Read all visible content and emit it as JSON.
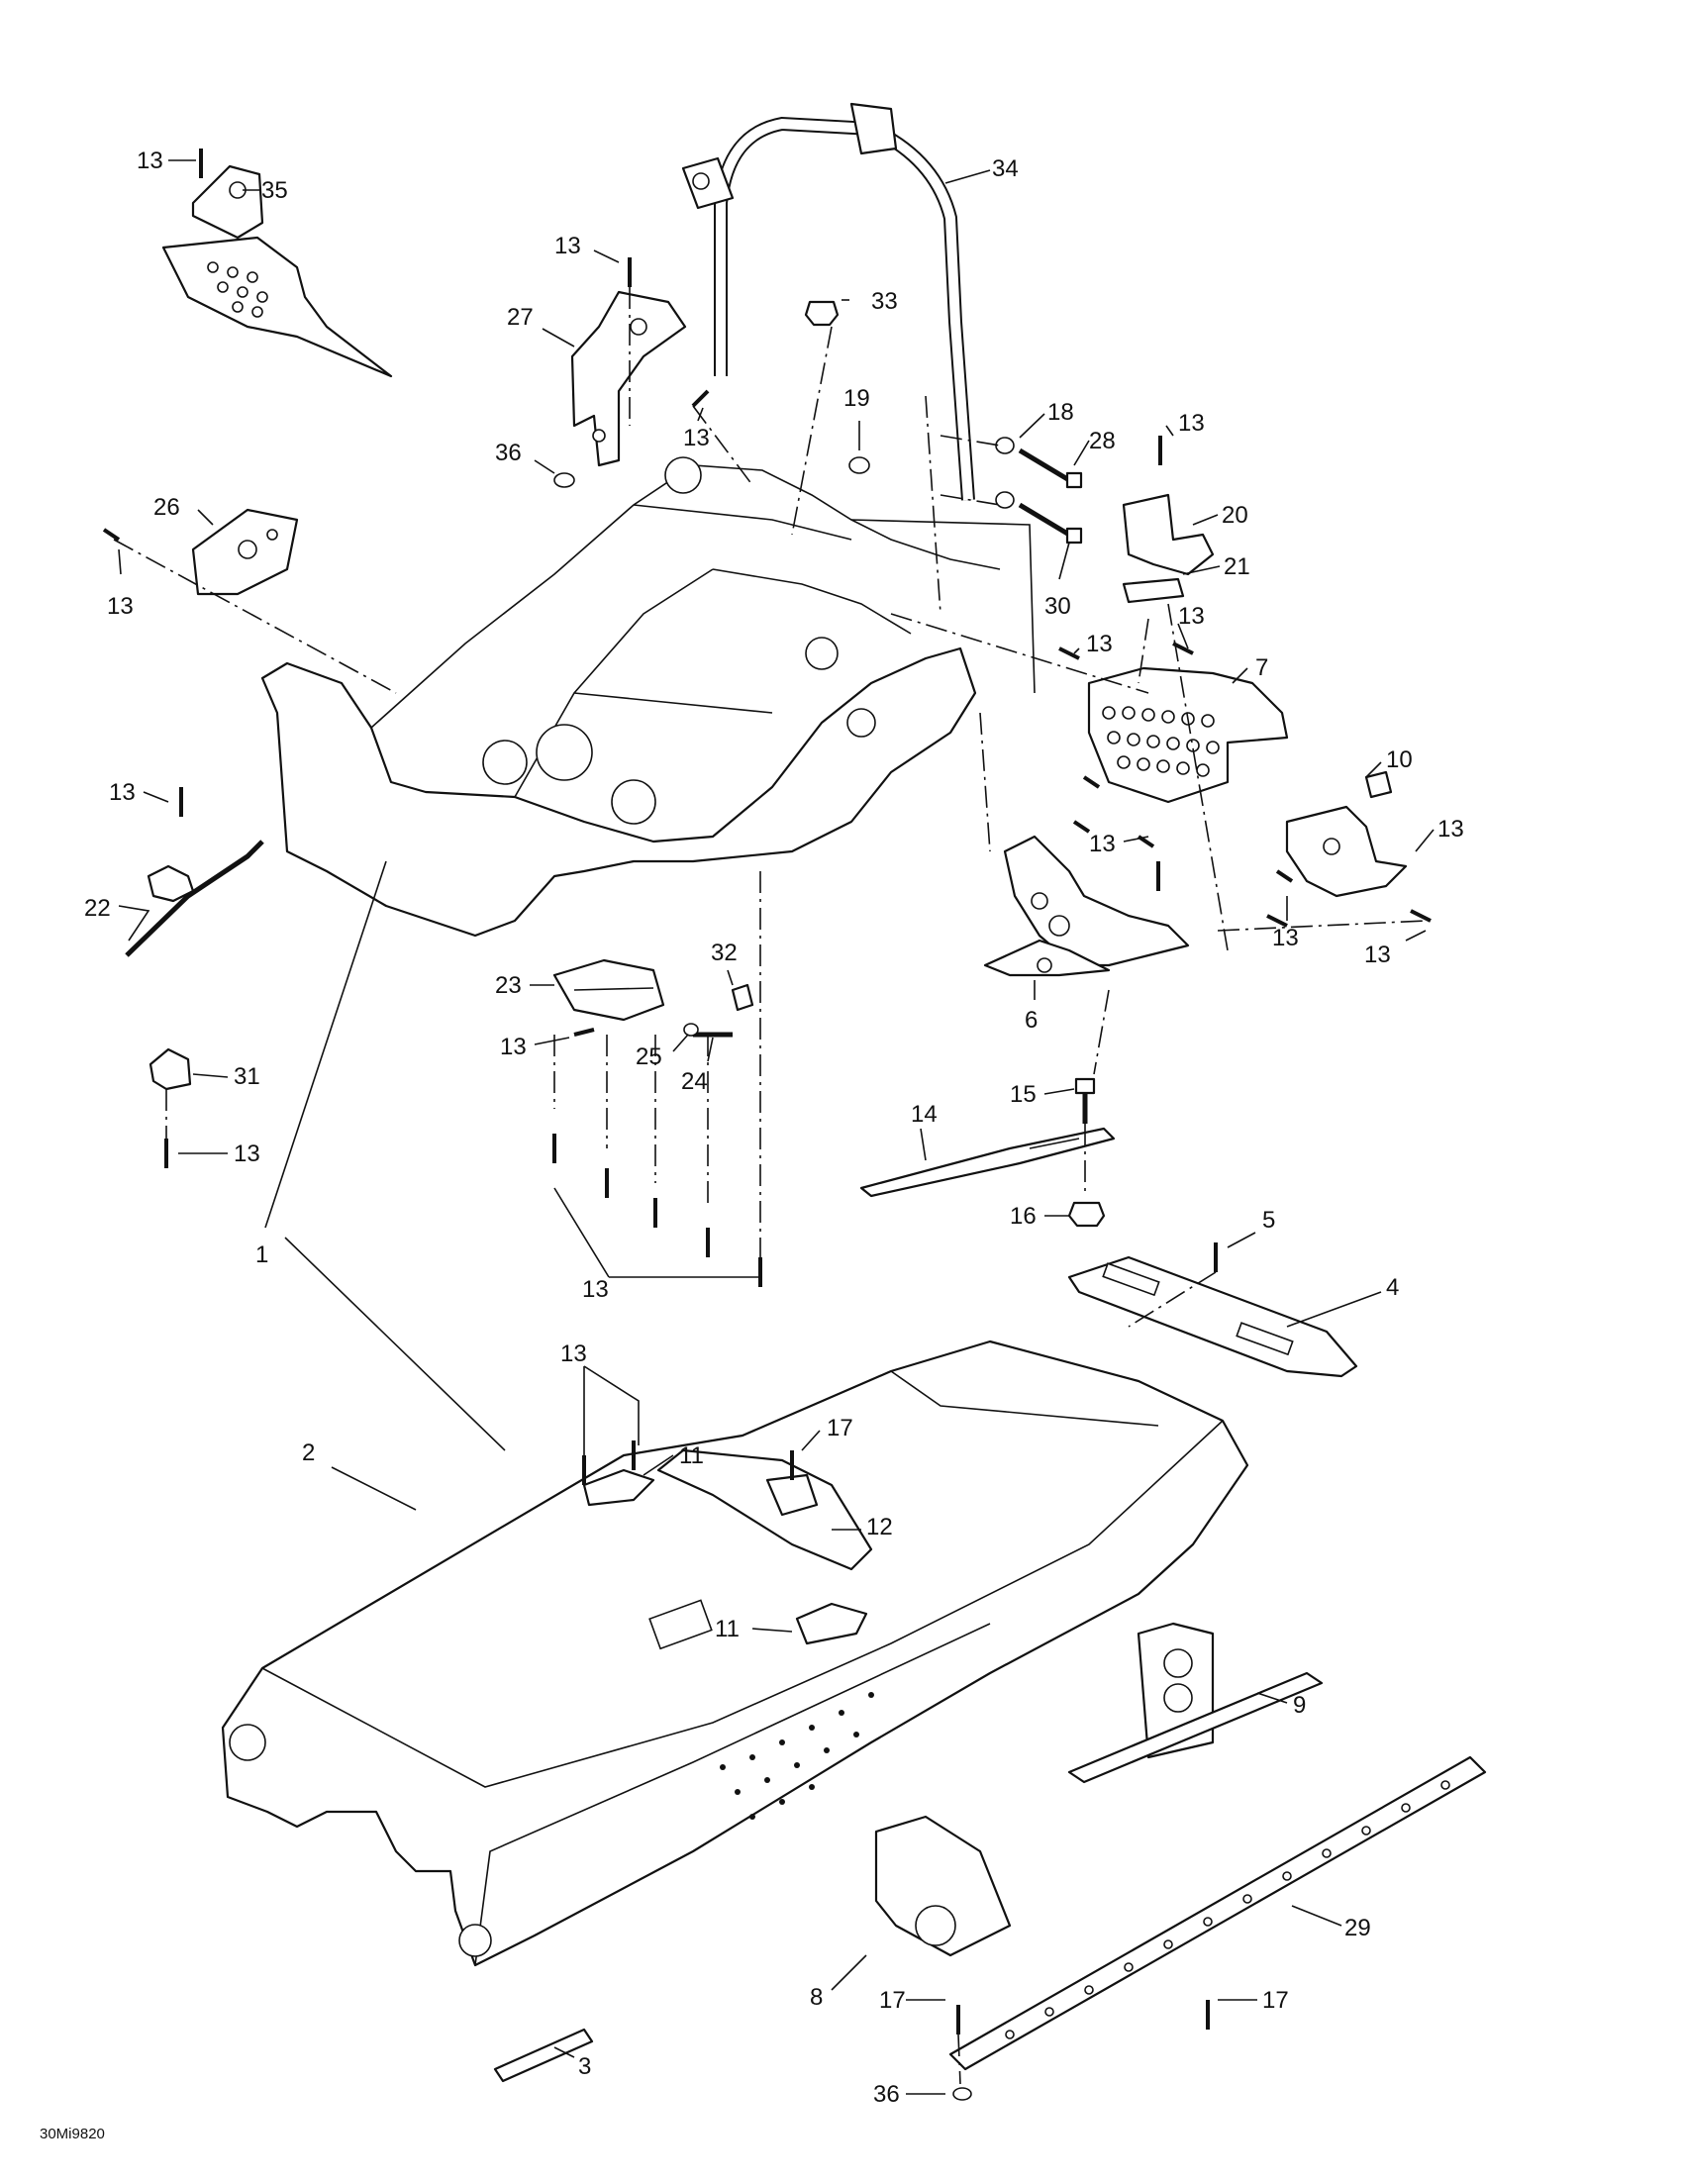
{
  "figure_code": "30Mi9820",
  "callouts": [
    {
      "id": "c13a",
      "text": "13"
    },
    {
      "id": "c35",
      "text": "35"
    },
    {
      "id": "c13b",
      "text": "13"
    },
    {
      "id": "c27",
      "text": "27"
    },
    {
      "id": "c13c",
      "text": "13"
    },
    {
      "id": "c36a",
      "text": "36"
    },
    {
      "id": "c34",
      "text": "34"
    },
    {
      "id": "c33",
      "text": "33"
    },
    {
      "id": "c19",
      "text": "19"
    },
    {
      "id": "c18",
      "text": "18"
    },
    {
      "id": "c28",
      "text": "28"
    },
    {
      "id": "c13d",
      "text": "13"
    },
    {
      "id": "c20",
      "text": "20"
    },
    {
      "id": "c21",
      "text": "21"
    },
    {
      "id": "c30",
      "text": "30"
    },
    {
      "id": "c26",
      "text": "26"
    },
    {
      "id": "c13e",
      "text": "13"
    },
    {
      "id": "c13f",
      "text": "13"
    },
    {
      "id": "c13g",
      "text": "13"
    },
    {
      "id": "c7",
      "text": "7"
    },
    {
      "id": "c10",
      "text": "10"
    },
    {
      "id": "c13h",
      "text": "13"
    },
    {
      "id": "c13i",
      "text": "13"
    },
    {
      "id": "c13j",
      "text": "13"
    },
    {
      "id": "c13k",
      "text": "13"
    },
    {
      "id": "c13l",
      "text": "13"
    },
    {
      "id": "c22",
      "text": "22"
    },
    {
      "id": "c6",
      "text": "6"
    },
    {
      "id": "c32",
      "text": "32"
    },
    {
      "id": "c23",
      "text": "23"
    },
    {
      "id": "c13m",
      "text": "13"
    },
    {
      "id": "c25",
      "text": "25"
    },
    {
      "id": "c24",
      "text": "24"
    },
    {
      "id": "c31",
      "text": "31"
    },
    {
      "id": "c13n",
      "text": "13"
    },
    {
      "id": "c15",
      "text": "15"
    },
    {
      "id": "c14",
      "text": "14"
    },
    {
      "id": "c16",
      "text": "16"
    },
    {
      "id": "c1",
      "text": "1"
    },
    {
      "id": "c13o",
      "text": "13"
    },
    {
      "id": "c5",
      "text": "5"
    },
    {
      "id": "c4",
      "text": "4"
    },
    {
      "id": "c13p",
      "text": "13"
    },
    {
      "id": "c11a",
      "text": "11"
    },
    {
      "id": "c17a",
      "text": "17"
    },
    {
      "id": "c12",
      "text": "12"
    },
    {
      "id": "c2",
      "text": "2"
    },
    {
      "id": "c11b",
      "text": "11"
    },
    {
      "id": "c9",
      "text": "9"
    },
    {
      "id": "c29",
      "text": "29"
    },
    {
      "id": "c8",
      "text": "8"
    },
    {
      "id": "c17b",
      "text": "17"
    },
    {
      "id": "c17c",
      "text": "17"
    },
    {
      "id": "c3",
      "text": "3"
    },
    {
      "id": "c36b",
      "text": "36"
    }
  ]
}
